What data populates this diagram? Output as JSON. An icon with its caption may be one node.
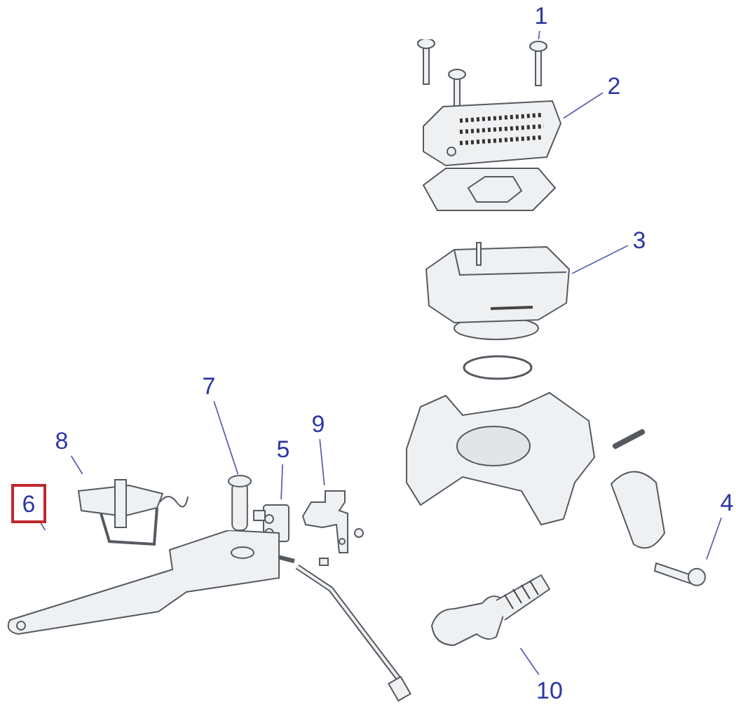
{
  "diagram": {
    "nodes": [
      {
        "text": [
          "1"
        ]
      },
      {
        "text": [
          "2"
        ]
      },
      {
        "text": [
          "3"
        ]
      },
      {
        "text": [
          "4"
        ]
      },
      {
        "text": [
          "5"
        ]
      },
      {
        "text": [
          "6"
        ]
      },
      {
        "text": [
          "7"
        ]
      },
      {
        "text": [
          "8"
        ]
      },
      {
        "text": [
          "9"
        ]
      },
      {
        "text": [
          "10"
        ]
      },
      {
        "text": [],
        "shape": "picture"
      },
      {
        "text": [],
        "shape": "picture"
      },
      {
        "text": [],
        "shape": "picture"
      },
      {
        "text": [],
        "shape": "bolt"
      },
      {
        "text": [],
        "shape": "picture"
      },
      {
        "text": [],
        "shape": "picture"
      },
      {
        "text": [],
        "shape": "pin"
      },
      {
        "text": [],
        "shape": "picture"
      },
      {
        "text": [],
        "shape": "picture"
      },
      {
        "text": [],
        "shape": "picture"
      }
    ],
    "edges": [
      {
        "from": 0,
        "to": 10,
        "arrow": "none"
      },
      {
        "from": 1,
        "to": 11,
        "arrow": "none"
      },
      {
        "from": 2,
        "to": 12,
        "arrow": "none"
      },
      {
        "from": 3,
        "to": 13,
        "arrow": "none"
      },
      {
        "from": 4,
        "to": 14,
        "arrow": "none"
      },
      {
        "from": 5,
        "to": 15,
        "arrow": "none"
      },
      {
        "from": 6,
        "to": 16,
        "arrow": "none"
      },
      {
        "from": 7,
        "to": 17,
        "arrow": "none"
      },
      {
        "from": 8,
        "to": 18,
        "arrow": "none"
      },
      {
        "from": 9,
        "to": 19,
        "arrow": "none"
      }
    ]
  }
}
